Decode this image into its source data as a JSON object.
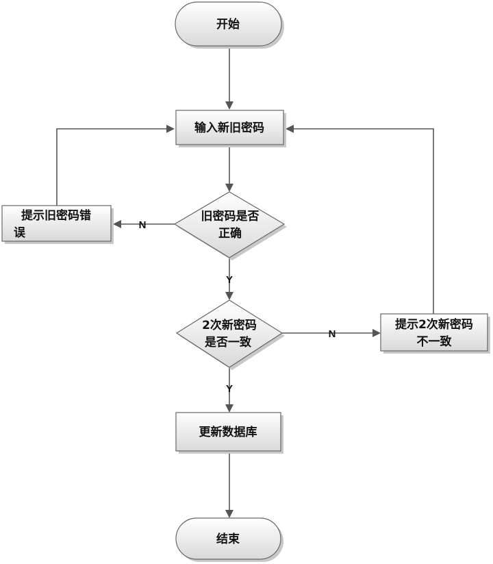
{
  "nodes": {
    "start": "开始",
    "input_passwords": "输入新旧密码",
    "check_old": [
      "旧密码是否",
      "正确"
    ],
    "old_error": [
      "提示旧密码错",
      "误"
    ],
    "check_match": [
      "2次新密码",
      "是否一致"
    ],
    "mismatch": [
      "提示2次新密码",
      "不一致"
    ],
    "update_db": "更新数据库",
    "end": "结束"
  },
  "edges": {
    "old_wrong": "N",
    "old_right": "Y",
    "mismatch": "N",
    "match": "Y"
  },
  "colors": {
    "box_fill_top": "#ffffff",
    "box_fill_bottom": "#d9d9d9",
    "line": "#555555",
    "shadow": "#c8c8c8"
  }
}
